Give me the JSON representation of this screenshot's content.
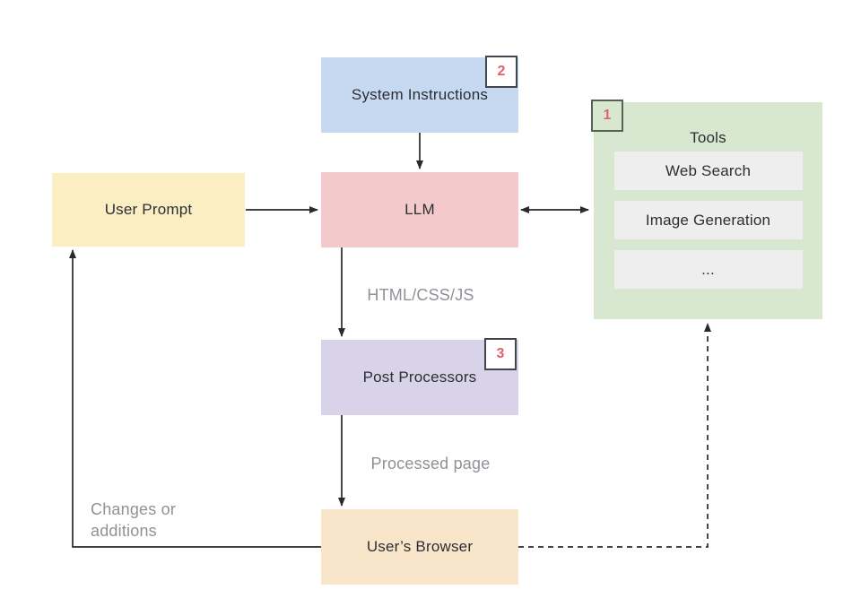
{
  "nodes": {
    "system_instructions": {
      "label": "System Instructions",
      "badge": "2"
    },
    "user_prompt": {
      "label": "User Prompt"
    },
    "llm": {
      "label": "LLM"
    },
    "tools": {
      "title": "Tools",
      "badge": "1",
      "items": [
        "Web Search",
        "Image Generation",
        "..."
      ]
    },
    "post_processors": {
      "label": "Post Processors",
      "badge": "3"
    },
    "users_browser": {
      "label": "User’s Browser"
    }
  },
  "edge_labels": {
    "llm_to_post_processors": "HTML/CSS/JS",
    "post_processors_to_browser": "Processed page",
    "browser_to_user_prompt": "Changes or additions"
  },
  "colors": {
    "system_instructions_bg": "#c7d8f1",
    "user_prompt_bg": "#fbeec3",
    "llm_bg": "#f4c9cb",
    "tools_bg": "#d8e8d0",
    "tool_item_bg": "#eeeeee",
    "post_processors_bg": "#d8d3e8",
    "users_browser_bg": "#f9e5c9",
    "badge_number": "#e0626b",
    "badge_border_dark": "#41454d",
    "badge_border_green": "#51644f",
    "arrow_line": "#2a2a2a",
    "edge_label_text": "#8e9196"
  }
}
